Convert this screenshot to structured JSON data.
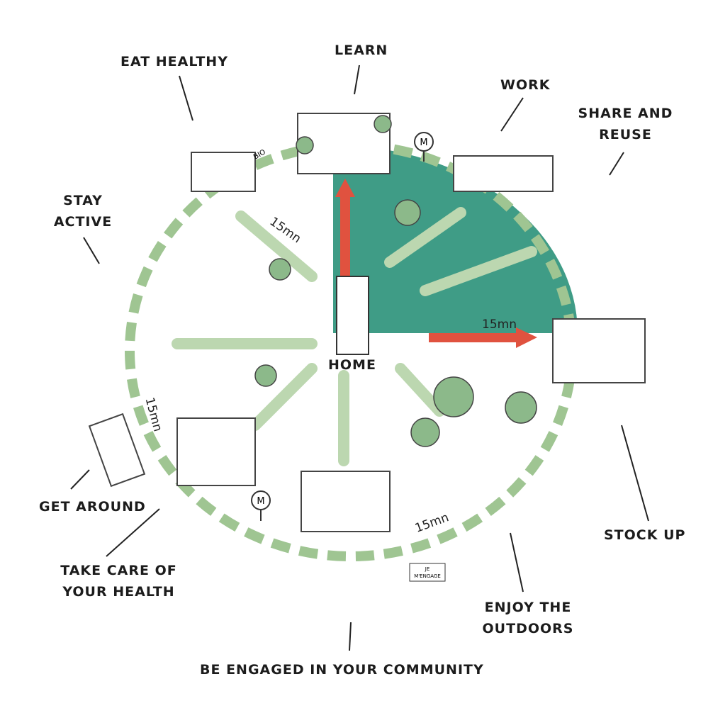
{
  "title": "15-minute city",
  "center_label": "HOME",
  "activities": {
    "eat_healthy": "EAT HEALTHY",
    "learn": "LEARN",
    "work": "WORK",
    "share_reuse_1": "SHARE AND",
    "share_reuse_2": "REUSE",
    "stay_active_1": "STAY",
    "stay_active_2": "ACTIVE",
    "get_around": "GET AROUND",
    "health_1": "TAKE CARE OF",
    "health_2": "YOUR HEALTH",
    "stock_up": "STOCK UP",
    "outdoors_1": "ENJOY THE",
    "outdoors_2": "OUTDOORS",
    "community": "BE ENGAGED IN YOUR COMMUNITY"
  },
  "distance_labels": [
    "15mn",
    "15mn",
    "15mn",
    "15mn"
  ],
  "signs": {
    "bio": "BIO",
    "metro": "M",
    "engage_1": "JE",
    "engage_2": "M'ENGAGE"
  },
  "colors": {
    "sector": "#3f9c86",
    "ring": "#9fc592",
    "arrow": "#e0523f",
    "street": "#bcd7b0"
  }
}
